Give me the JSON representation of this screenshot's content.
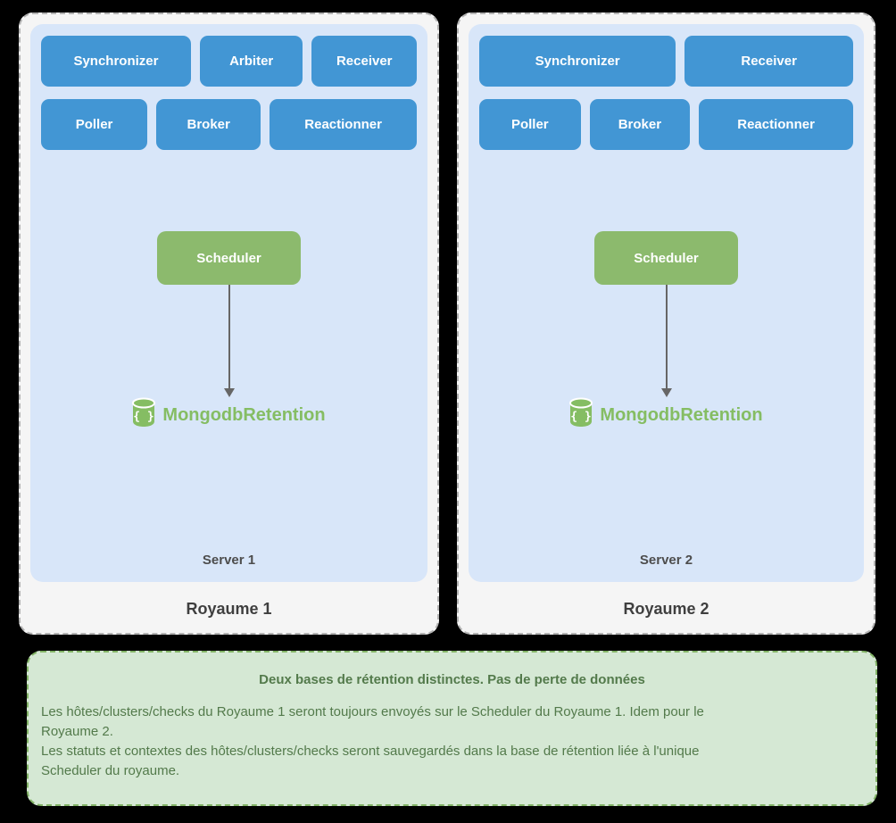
{
  "colors": {
    "background": "#000000",
    "royaume_fill": "#f5f5f5",
    "royaume_border": "#b3b3b3",
    "server_fill": "#d8e6f9",
    "component_fill": "#4296d4",
    "scheduler_fill": "#8cba6d",
    "mongo_green": "#85bd63",
    "arrow_gray": "#666666",
    "note_fill": "#d5e8d4",
    "note_border": "#82b366",
    "note_text": "#537a4b"
  },
  "royaumes": [
    {
      "label": "Royaume 1",
      "server_label": "Server 1",
      "components_row1": [
        "Synchronizer",
        "Arbiter",
        "Receiver"
      ],
      "components_row2": [
        "Poller",
        "Broker",
        "Reactionner"
      ],
      "scheduler": "Scheduler",
      "database": "MongodbRetention"
    },
    {
      "label": "Royaume 2",
      "server_label": "Server 2",
      "components_row1": [
        "Synchronizer",
        "Receiver"
      ],
      "components_row2": [
        "Poller",
        "Broker",
        "Reactionner"
      ],
      "scheduler": "Scheduler",
      "database": "MongodbRetention"
    }
  ],
  "note": {
    "title": "Deux bases de rétention distinctes. Pas de perte de données",
    "body": "Les hôtes/clusters/checks du Royaume 1 seront toujours envoyés sur le Scheduler du Royaume 1. Idem pour le\nRoyaume 2.\nLes statuts et contextes des hôtes/clusters/checks seront sauvegardés dans la base de rétention liée à l'unique\nScheduler du royaume."
  }
}
